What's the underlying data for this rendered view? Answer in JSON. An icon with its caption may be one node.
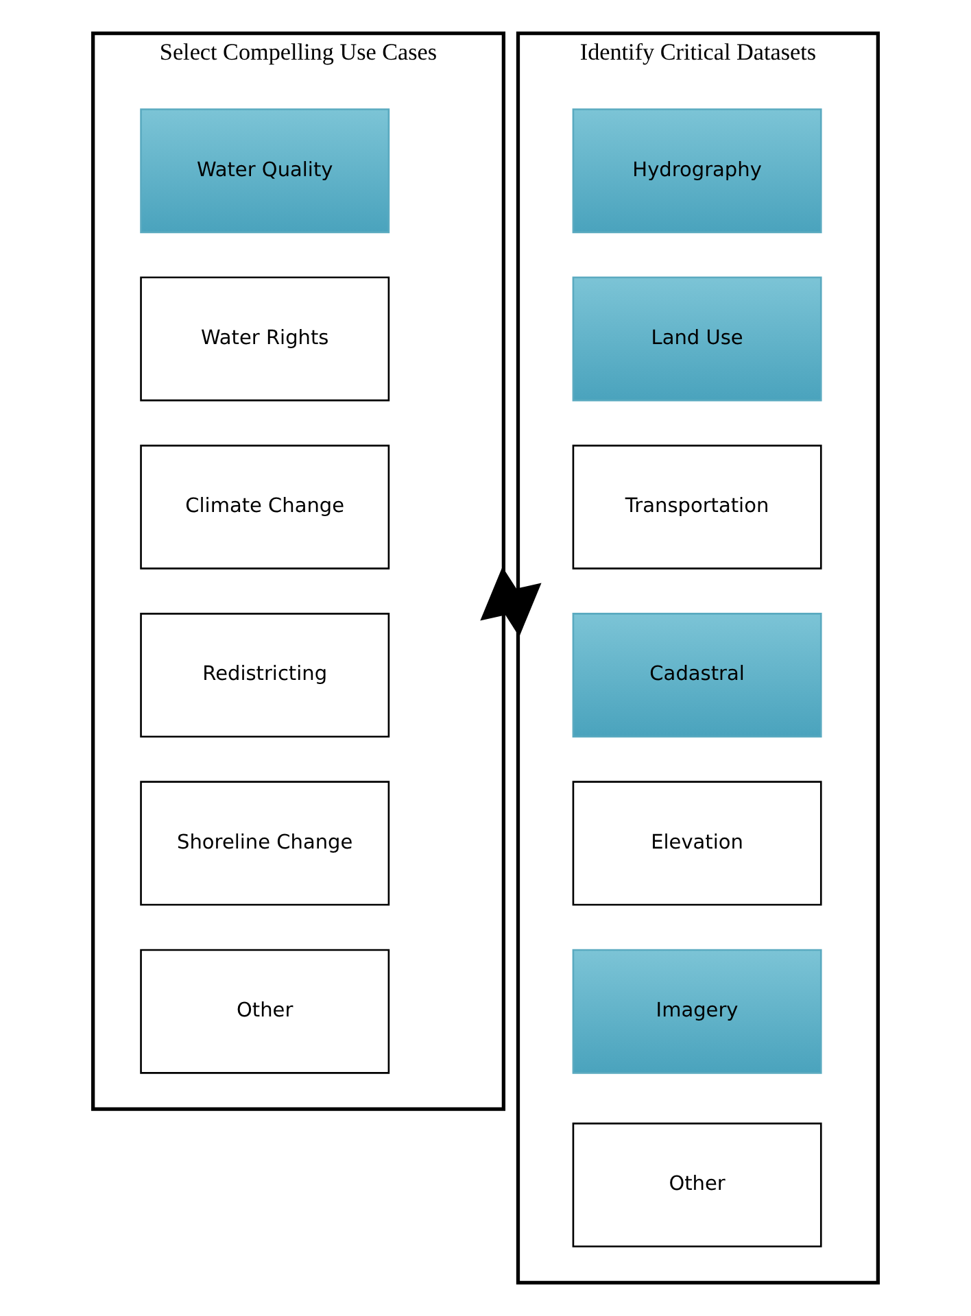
{
  "diagram": {
    "nodes": [
      {
        "text": [
          "Select Compelling Use Cases"
        ]
      },
      {
        "text": [
          "Water Quality"
        ],
        "in": 0
      },
      {
        "text": [
          "Water Rights"
        ],
        "in": 0
      },
      {
        "text": [
          "Climate Change"
        ],
        "in": 0
      },
      {
        "text": [
          "Redistricting"
        ],
        "in": 0
      },
      {
        "text": [
          "Shoreline Change"
        ],
        "in": 0
      },
      {
        "text": [
          "Other"
        ],
        "in": 0
      },
      {
        "text": [
          "Identify Critical Datasets"
        ]
      },
      {
        "text": [
          "Hydrography"
        ],
        "in": 7
      },
      {
        "text": [
          "Land Use"
        ],
        "in": 7
      },
      {
        "text": [
          "Transportation"
        ],
        "in": 7
      },
      {
        "text": [
          "Cadastral"
        ],
        "in": 7
      },
      {
        "text": [
          "Elevation"
        ],
        "in": 7
      },
      {
        "text": [
          "Imagery"
        ],
        "in": 7
      },
      {
        "text": [
          "Other"
        ],
        "in": 7
      }
    ],
    "edges": [
      {
        "from": 0,
        "to": 7,
        "arrow": "both",
        "style": "thick"
      }
    ]
  }
}
